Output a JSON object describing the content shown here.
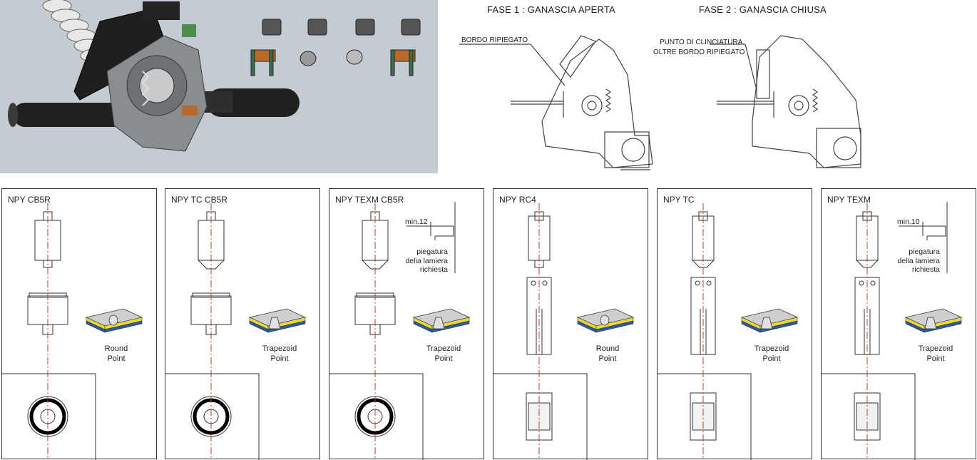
{
  "top": {
    "phase1": {
      "title": "FASE 1 : GANASCIA APERTA",
      "callout": "BORDO RIPIEGATO"
    },
    "phase2": {
      "title": "FASE 2 : GANASCIA CHIUSA",
      "callout_line1": "PUNTO DI CLINCIATURA",
      "callout_line2": "OLTRE BORDO RIPIEGATO"
    }
  },
  "panels": [
    {
      "name": "NPY CB5R",
      "style": "cb5r",
      "punch": "flat",
      "point": [
        "Round",
        "Point"
      ]
    },
    {
      "name": "NPY TC CB5R",
      "style": "cb5r",
      "punch": "cone",
      "point": [
        "Trapezoid",
        "Point"
      ]
    },
    {
      "name": "NPY TEXM CB5R",
      "style": "cb5r",
      "punch": "cone",
      "point": [
        "Trapezoid",
        "Point"
      ],
      "min": "min.12",
      "note": [
        "piegatura",
        "delia lamiera",
        "richiesta"
      ]
    },
    {
      "name": "NPY RC4",
      "style": "rc4",
      "punch": "flat",
      "point": [
        "Round",
        "Point"
      ]
    },
    {
      "name": "NPY TC",
      "style": "rc4",
      "punch": "cone",
      "point": [
        "Trapezoid",
        "Point"
      ]
    },
    {
      "name": "NPY TEXM",
      "style": "rc4",
      "punch": "cone",
      "point": [
        "Trapezoid",
        "Point"
      ],
      "min": "min.10",
      "note": [
        "piegatura",
        "delia lamiera",
        "richiesta"
      ]
    }
  ],
  "colors": {
    "render_bg": "#c4cbd2",
    "axis": "#c0392b",
    "line": "#333333",
    "sheet_yellow": "#e7d83a",
    "sheet_blue": "#2b59a8",
    "sheet_grey": "#cfcfcf"
  }
}
